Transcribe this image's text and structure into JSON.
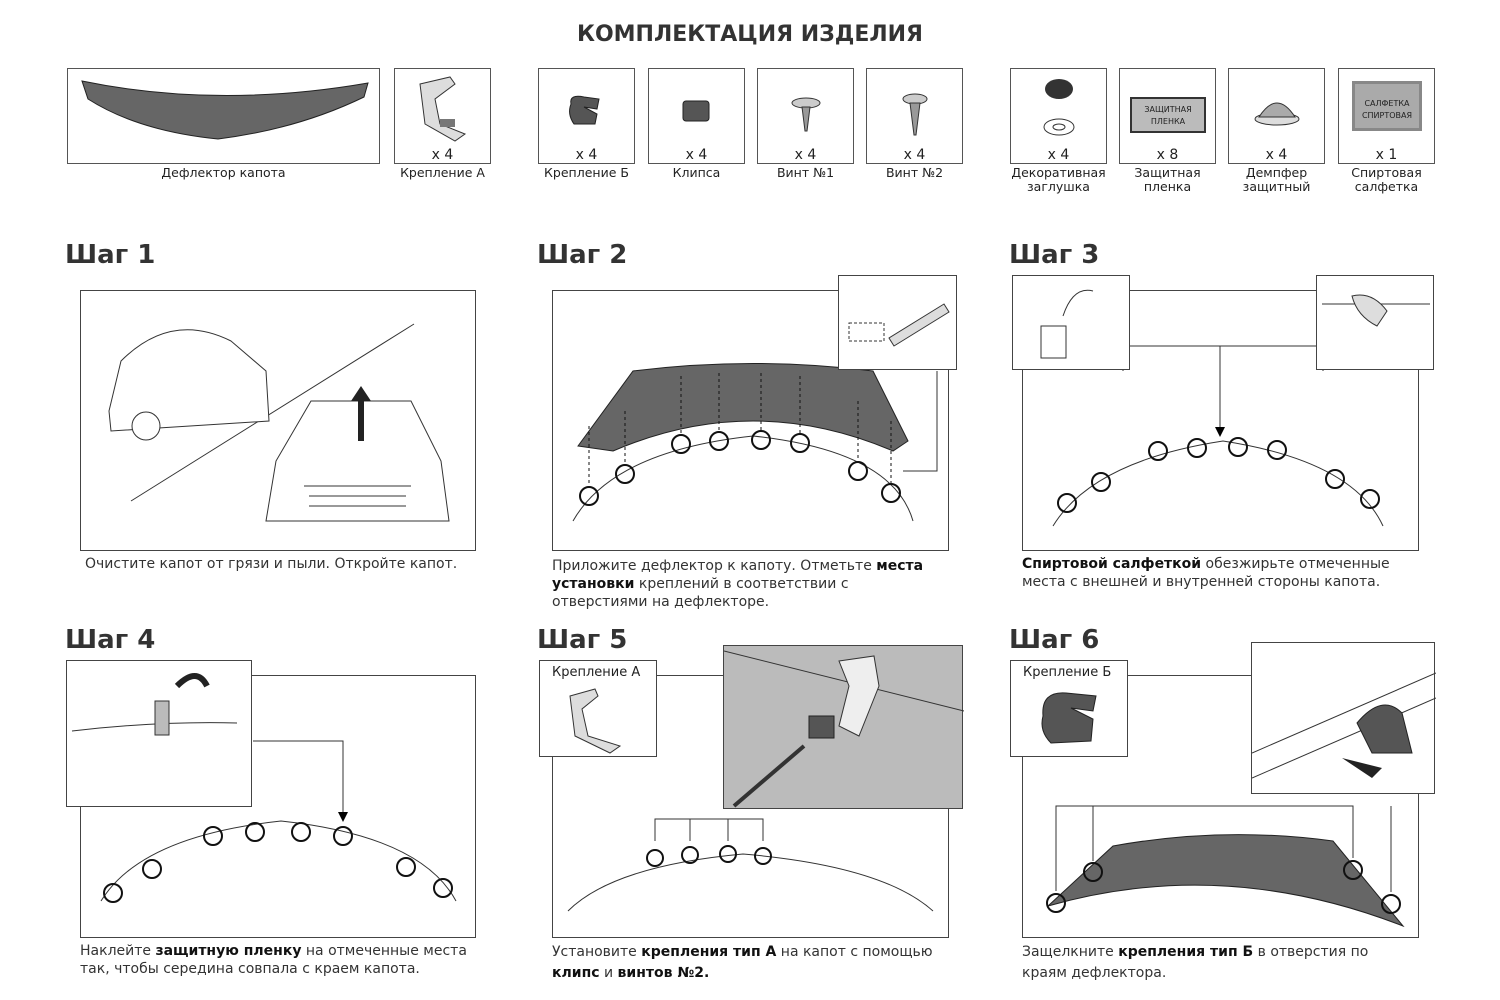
{
  "title": "КОМПЛЕКТАЦИЯ ИЗДЕЛИЯ",
  "kit": [
    {
      "label": "Дефлектор капота",
      "qty": ""
    },
    {
      "label": "Крепление  А",
      "qty": "x 4"
    },
    {
      "label": "Крепление  Б",
      "qty": "x 4"
    },
    {
      "label": "Клипса",
      "qty": "x 4"
    },
    {
      "label": "Винт №1",
      "qty": "x 4"
    },
    {
      "label": "Винт №2",
      "qty": "x 4"
    },
    {
      "label": "Декоративная заглушка",
      "qty": "x 4"
    },
    {
      "label": "Защитная пленка",
      "qty": "x 8",
      "box_text": "ЗАЩИТНАЯ ПЛЕНКА"
    },
    {
      "label": "Демпфер защитный",
      "qty": "x 4"
    },
    {
      "label": "Спиртовая салфетка",
      "qty": "x 1",
      "box_text": "САЛФЕТКА СПИРТОВАЯ"
    }
  ],
  "steps": [
    {
      "title": "Шаг 1",
      "text": [
        {
          "t": "Очистите капот от грязи и пыли. Откройте капот."
        }
      ]
    },
    {
      "title": "Шаг 2",
      "text": [
        {
          "t": "Приложите дефлектор к капоту. Отметьте "
        },
        {
          "t": "места установки",
          "b": true
        },
        {
          "t": " креплений в соответствии с отверстиями на дефлекторе."
        }
      ]
    },
    {
      "title": "Шаг 3",
      "text": [
        {
          "t": "Спиртовой салфеткой",
          "b": true
        },
        {
          "t": " обезжирьте отмеченные места с внешней и внутренней стороны капота."
        }
      ]
    },
    {
      "title": "Шаг 4",
      "text": [
        {
          "t": "Наклейте "
        },
        {
          "t": "защитную пленку",
          "b": true
        },
        {
          "t": " на отмеченные места так, чтобы середина совпала с краем капота."
        }
      ]
    },
    {
      "title": "Шаг 5",
      "inset_label": "Крепление  А",
      "text": [
        {
          "t": "Установите "
        },
        {
          "t": "крепления тип А",
          "b": true
        },
        {
          "t": " на капот с помощью "
        },
        {
          "t": "клипс",
          "b": true
        },
        {
          "t": " и "
        },
        {
          "t": "винтов №2.",
          "b": true
        }
      ]
    },
    {
      "title": "Шаг 6",
      "inset_label": "Крепление  Б",
      "text": [
        {
          "t": "Защелкните "
        },
        {
          "t": "крепления тип Б",
          "b": true
        },
        {
          "t": " в отверстия по краям дефлектора."
        }
      ]
    }
  ]
}
